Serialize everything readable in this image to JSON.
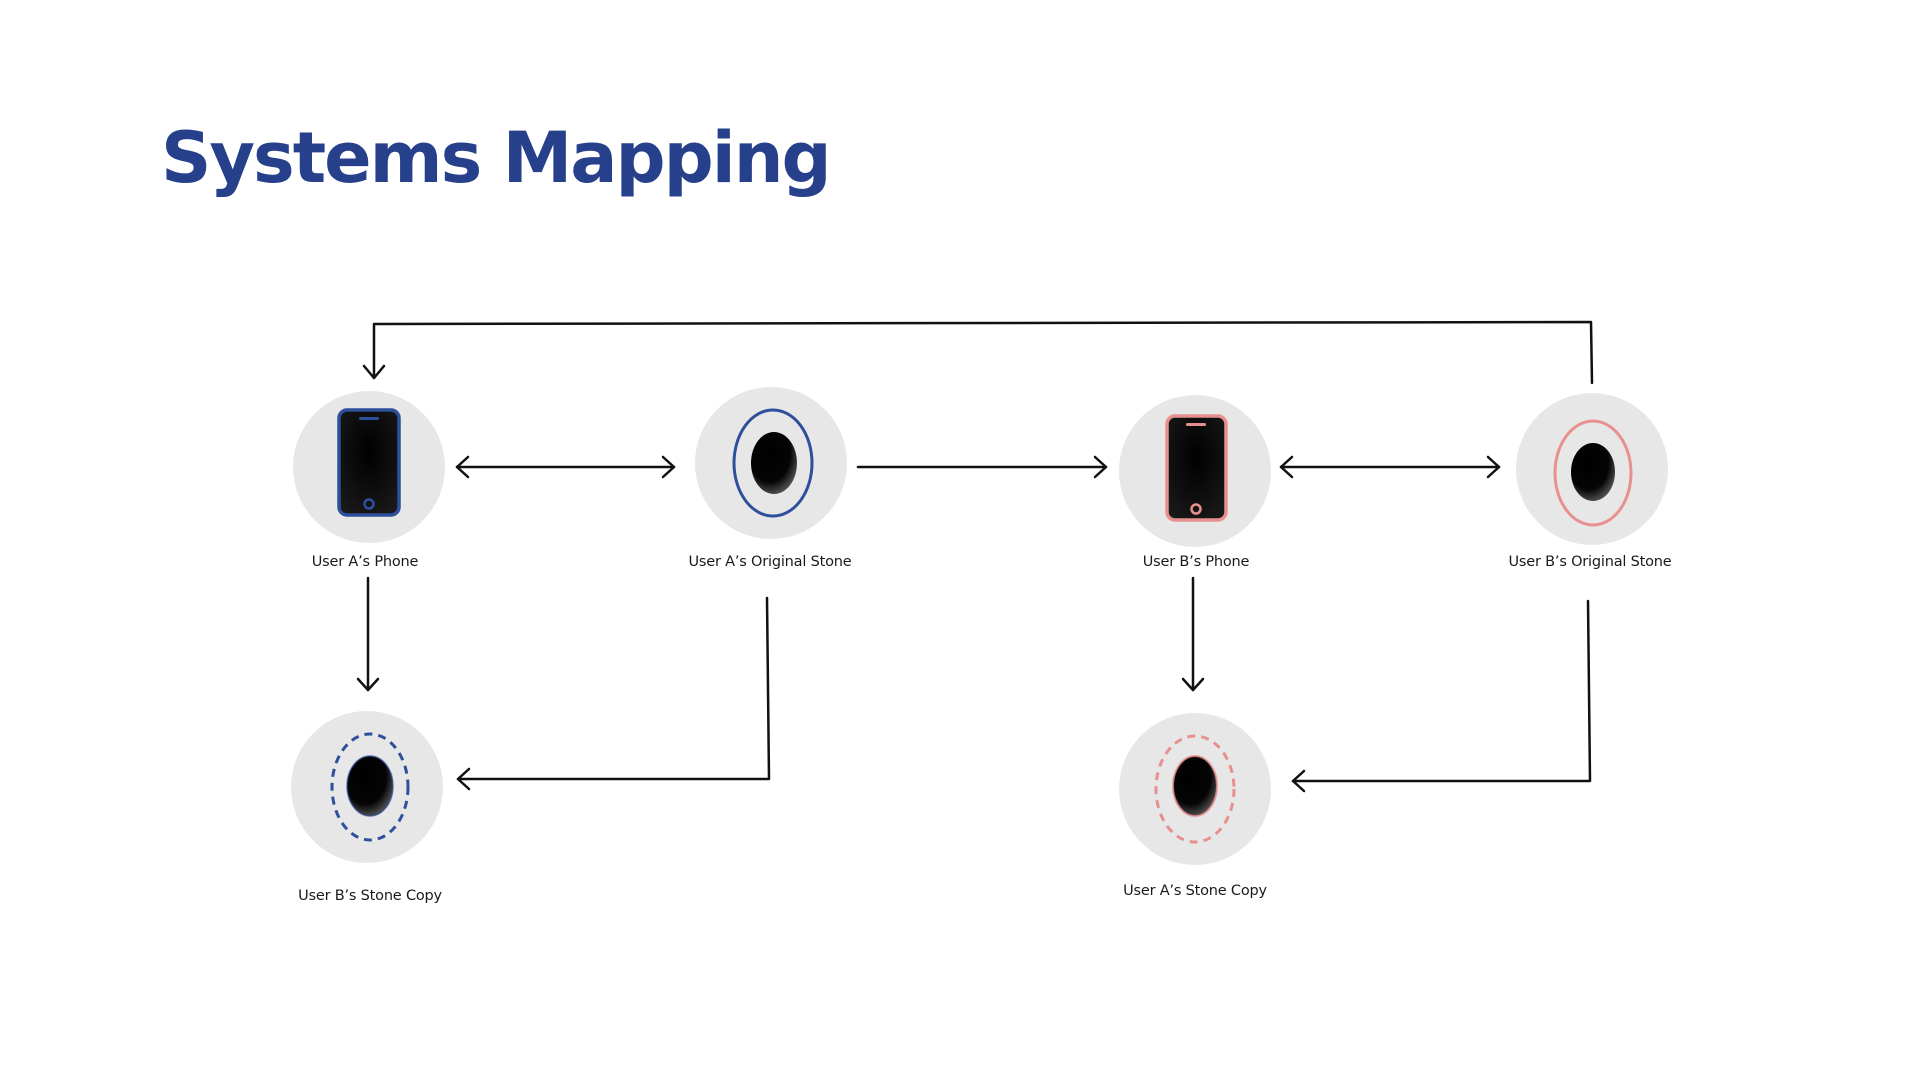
{
  "title": "Systems Mapping",
  "colors": {
    "title": "#27408b",
    "user_a_accent": "#2e4f9c",
    "user_b_accent": "#e8908f",
    "node_background": "#e7e7e7",
    "arrow": "#111111"
  },
  "nodes": {
    "user_a_phone": {
      "label": "User A’s Phone",
      "icon": "phone-icon"
    },
    "user_a_original_stone": {
      "label": "User A’s Original Stone",
      "icon": "stone-icon"
    },
    "user_b_phone": {
      "label": "User B’s Phone",
      "icon": "phone-icon"
    },
    "user_b_original_stone": {
      "label": "User B’s Original Stone",
      "icon": "stone-icon"
    },
    "user_b_stone_copy": {
      "label": "User B’s Stone Copy",
      "icon": "stone-copy-icon"
    },
    "user_a_stone_copy": {
      "label": "User A’s Stone Copy",
      "icon": "stone-copy-icon"
    }
  }
}
